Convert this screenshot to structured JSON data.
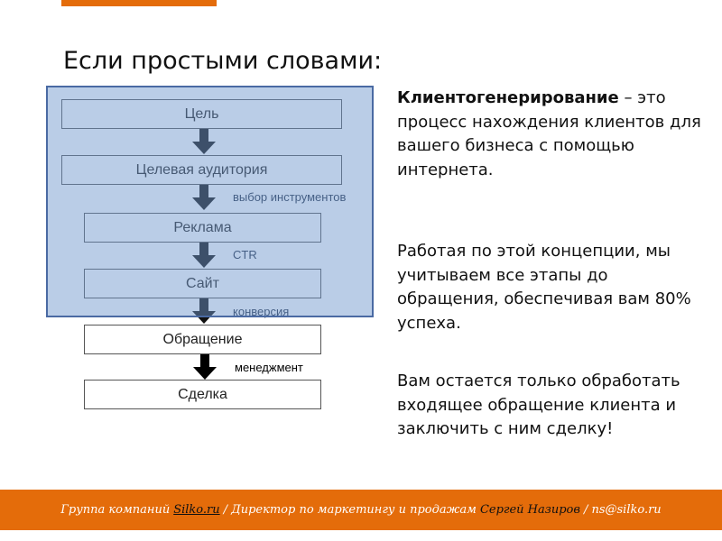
{
  "title": "Если простыми словами:",
  "flow": {
    "steps": [
      "Цель",
      "Целевая аудитория",
      "Реклама",
      "Сайт",
      "Обращение",
      "Сделка"
    ],
    "labels": [
      "выбор инструментов",
      "CTR",
      "конверсия",
      "менеджмент"
    ]
  },
  "text": {
    "term": "Клиентогенерирование",
    "definition": " – это процесс нахождения клиентов для вашего бизнеса с помощью интернета.",
    "p2": "Работая по этой концепции, мы учитываем все этапы до обращения, обеспечивая вам 80% успеха.",
    "p3": "Вам остается только обработать входящее обращение клиента и заключить с ним сделку!"
  },
  "footer": {
    "group": "Группа компаний",
    "site": "Silko.ru",
    "role": "/ Директор по маркетингу и продажам",
    "name": "Сергей Назиров",
    "email": "/ ns@silko.ru"
  },
  "colors": {
    "accent": "#e46c0a",
    "overlay": "#b9cce4"
  }
}
